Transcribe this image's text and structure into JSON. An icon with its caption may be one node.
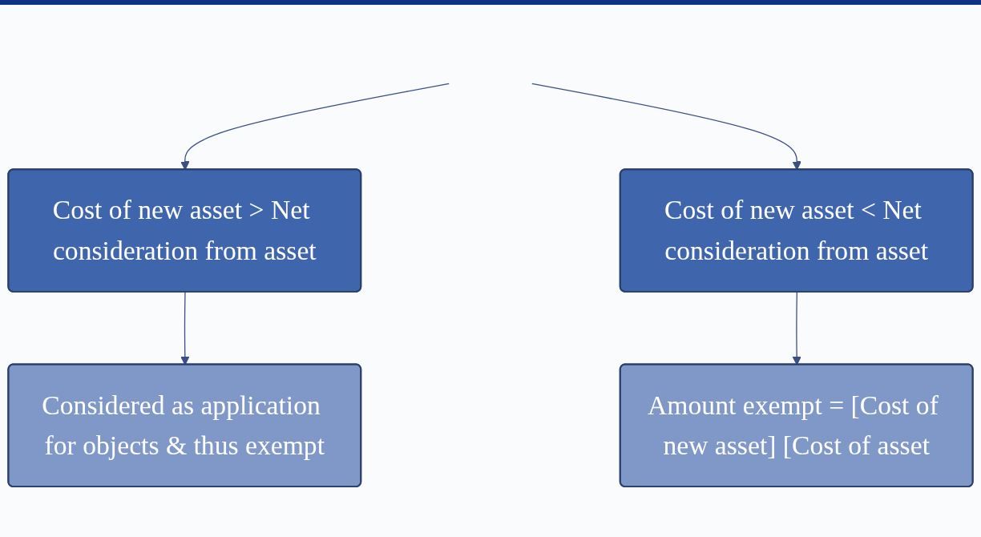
{
  "diagram": {
    "nodes": [
      {
        "text": [
          "Cost of new asset > Net consideration from asset"
        ]
      },
      {
        "text": [
          "Cost of new asset < Net consideration from asset"
        ]
      },
      {
        "text": [
          "Considered as application for objects & thus exempt"
        ]
      },
      {
        "text": [
          "Amount exempt = [Cost of new asset] [Cost of asset"
        ]
      }
    ],
    "edges": [
      {
        "from": null,
        "to": 0,
        "arrow": "to"
      },
      {
        "from": null,
        "to": 1,
        "arrow": "to"
      },
      {
        "from": 0,
        "to": 2,
        "arrow": "to"
      },
      {
        "from": 1,
        "to": 3,
        "arrow": "to"
      }
    ]
  }
}
